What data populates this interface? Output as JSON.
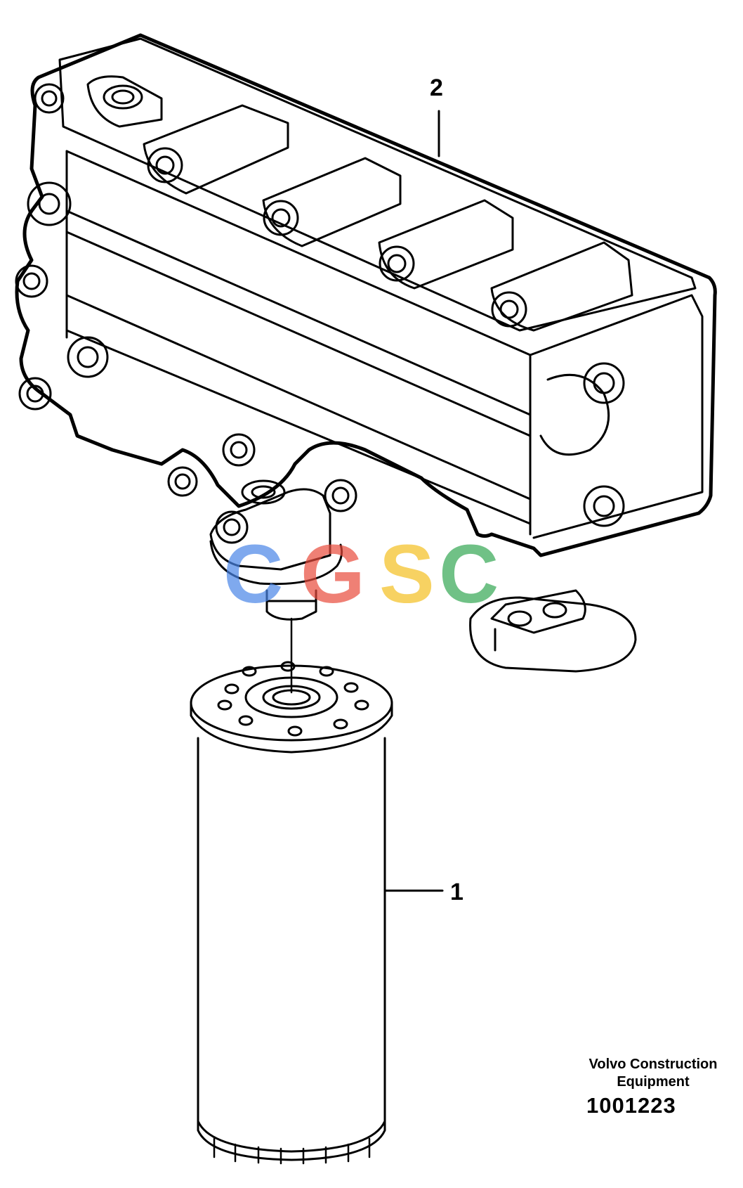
{
  "callouts": [
    {
      "number": "1"
    },
    {
      "number": "2"
    }
  ],
  "footer": {
    "maker_line1": "Volvo Construction",
    "maker_line2": "Equipment",
    "document_number": "1001223"
  },
  "watermark": {
    "letters": [
      "C",
      "G",
      "S",
      "C"
    ],
    "colors": [
      "#4a86e8",
      "#e94b3c",
      "#f4c020",
      "#34a853"
    ]
  },
  "colors": {
    "line": "#000000",
    "background": "#ffffff"
  }
}
